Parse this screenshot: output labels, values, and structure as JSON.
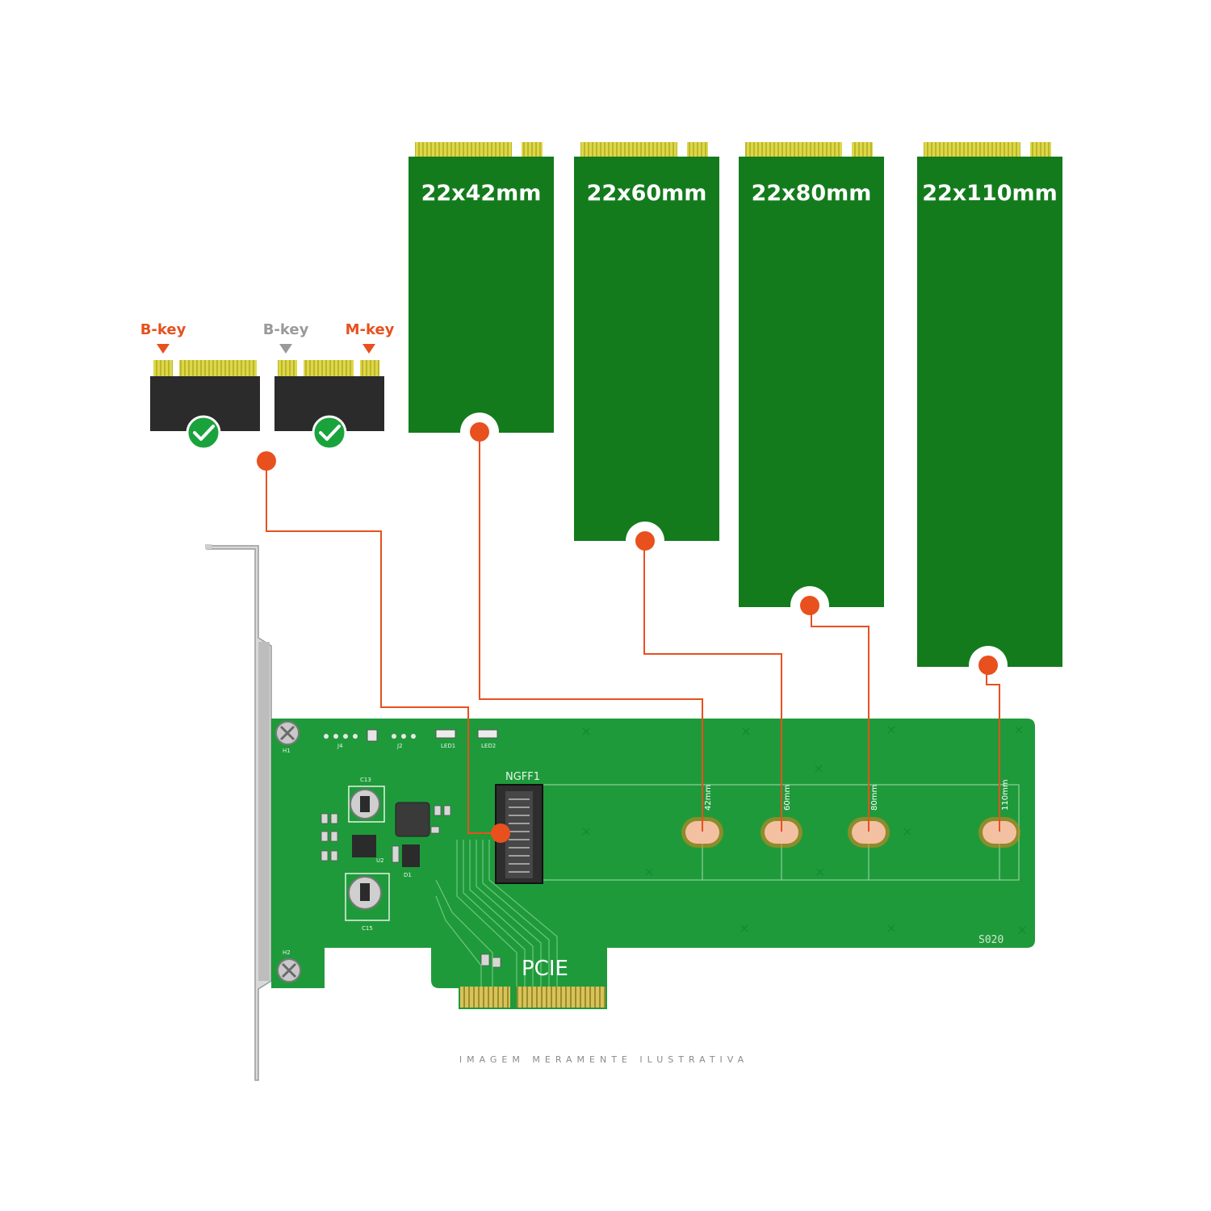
{
  "keys": {
    "left_b": "B-key",
    "middle_b": "B-key",
    "right_m": "M-key"
  },
  "modules": [
    {
      "label": "22x42mm"
    },
    {
      "label": "22x60mm"
    },
    {
      "label": "22x80mm"
    },
    {
      "label": "22x110mm"
    }
  ],
  "board": {
    "socket_label": "NGFF1",
    "interface_label": "PCIE",
    "revision_label": "S020",
    "standoff_labels": [
      "42mm",
      "60mm",
      "80mm",
      "110mm"
    ],
    "silk_labels": [
      "C13",
      "C15",
      "LED1",
      "LED2",
      "J4",
      "J2",
      "H1",
      "H2",
      "U2",
      "D1"
    ]
  },
  "footer": {
    "note": "IMAGEM MERAMENTE ILUSTRATIVA"
  },
  "colors": {
    "module_green": "#137b1c",
    "pcb_green": "#1f9a3b",
    "accent_orange": "#e8501e",
    "key_gray": "#9a9a9a",
    "connector_black": "#2b2b2b",
    "gold": "#d6c43a",
    "check_green": "#1aa33c"
  }
}
